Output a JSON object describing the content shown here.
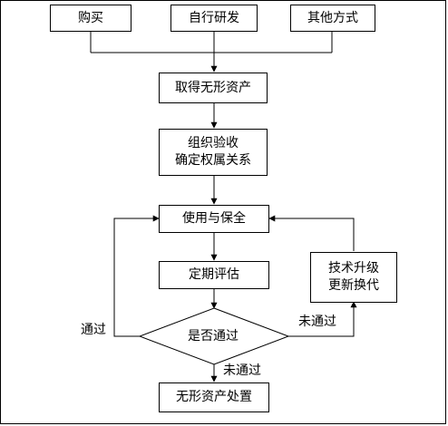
{
  "nodes": {
    "purchase": "购买",
    "self_develop": "自行研发",
    "other_methods": "其他方式",
    "acquire": "取得无形资产",
    "acceptance_line1": "组织验收",
    "acceptance_line2": "确定权属关系",
    "use_protect": "使用与保全",
    "evaluate": "定期评估",
    "pass_check": "是否通过",
    "upgrade_line1": "技术升级",
    "upgrade_line2": "更新换代",
    "dispose": "无形资产处置"
  },
  "edge_labels": {
    "pass": "通过",
    "fail_right": "未通过",
    "fail_down": "未通过"
  }
}
